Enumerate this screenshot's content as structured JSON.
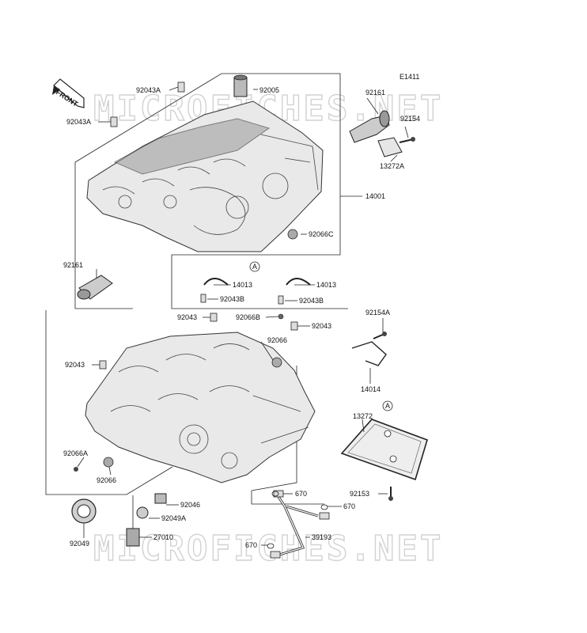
{
  "diagram_code": "E1411",
  "front_arrow": "FRONT",
  "watermark": "MICROFICHES.NET",
  "ref_marker": "A",
  "labels": {
    "p92043A_top": "92043A",
    "p92043A_left": "92043A",
    "p92005": "92005",
    "p92161_top": "92161",
    "p92154": "92154",
    "p13272A": "13272A",
    "p14001": "14001",
    "p92066C": "92066C",
    "p92161_left": "92161",
    "p14013_left": "14013",
    "p14013_right": "14013",
    "p92043B_left": "92043B",
    "p92043B_right": "92043B",
    "p92043_top": "92043",
    "p92066B": "92066B",
    "p92043_right": "92043",
    "p92154A": "92154A",
    "p92066": "92066",
    "p92043_left": "92043",
    "p14014": "14014",
    "p13272": "13272",
    "p92066A": "92066A",
    "p92066_bottom": "92066",
    "p92153": "92153",
    "p670_a": "670",
    "p670_b": "670",
    "p92046": "92046",
    "p92049A": "92049A",
    "p27010": "27010",
    "p39193": "39193",
    "p670_c": "670",
    "p92049": "92049"
  }
}
